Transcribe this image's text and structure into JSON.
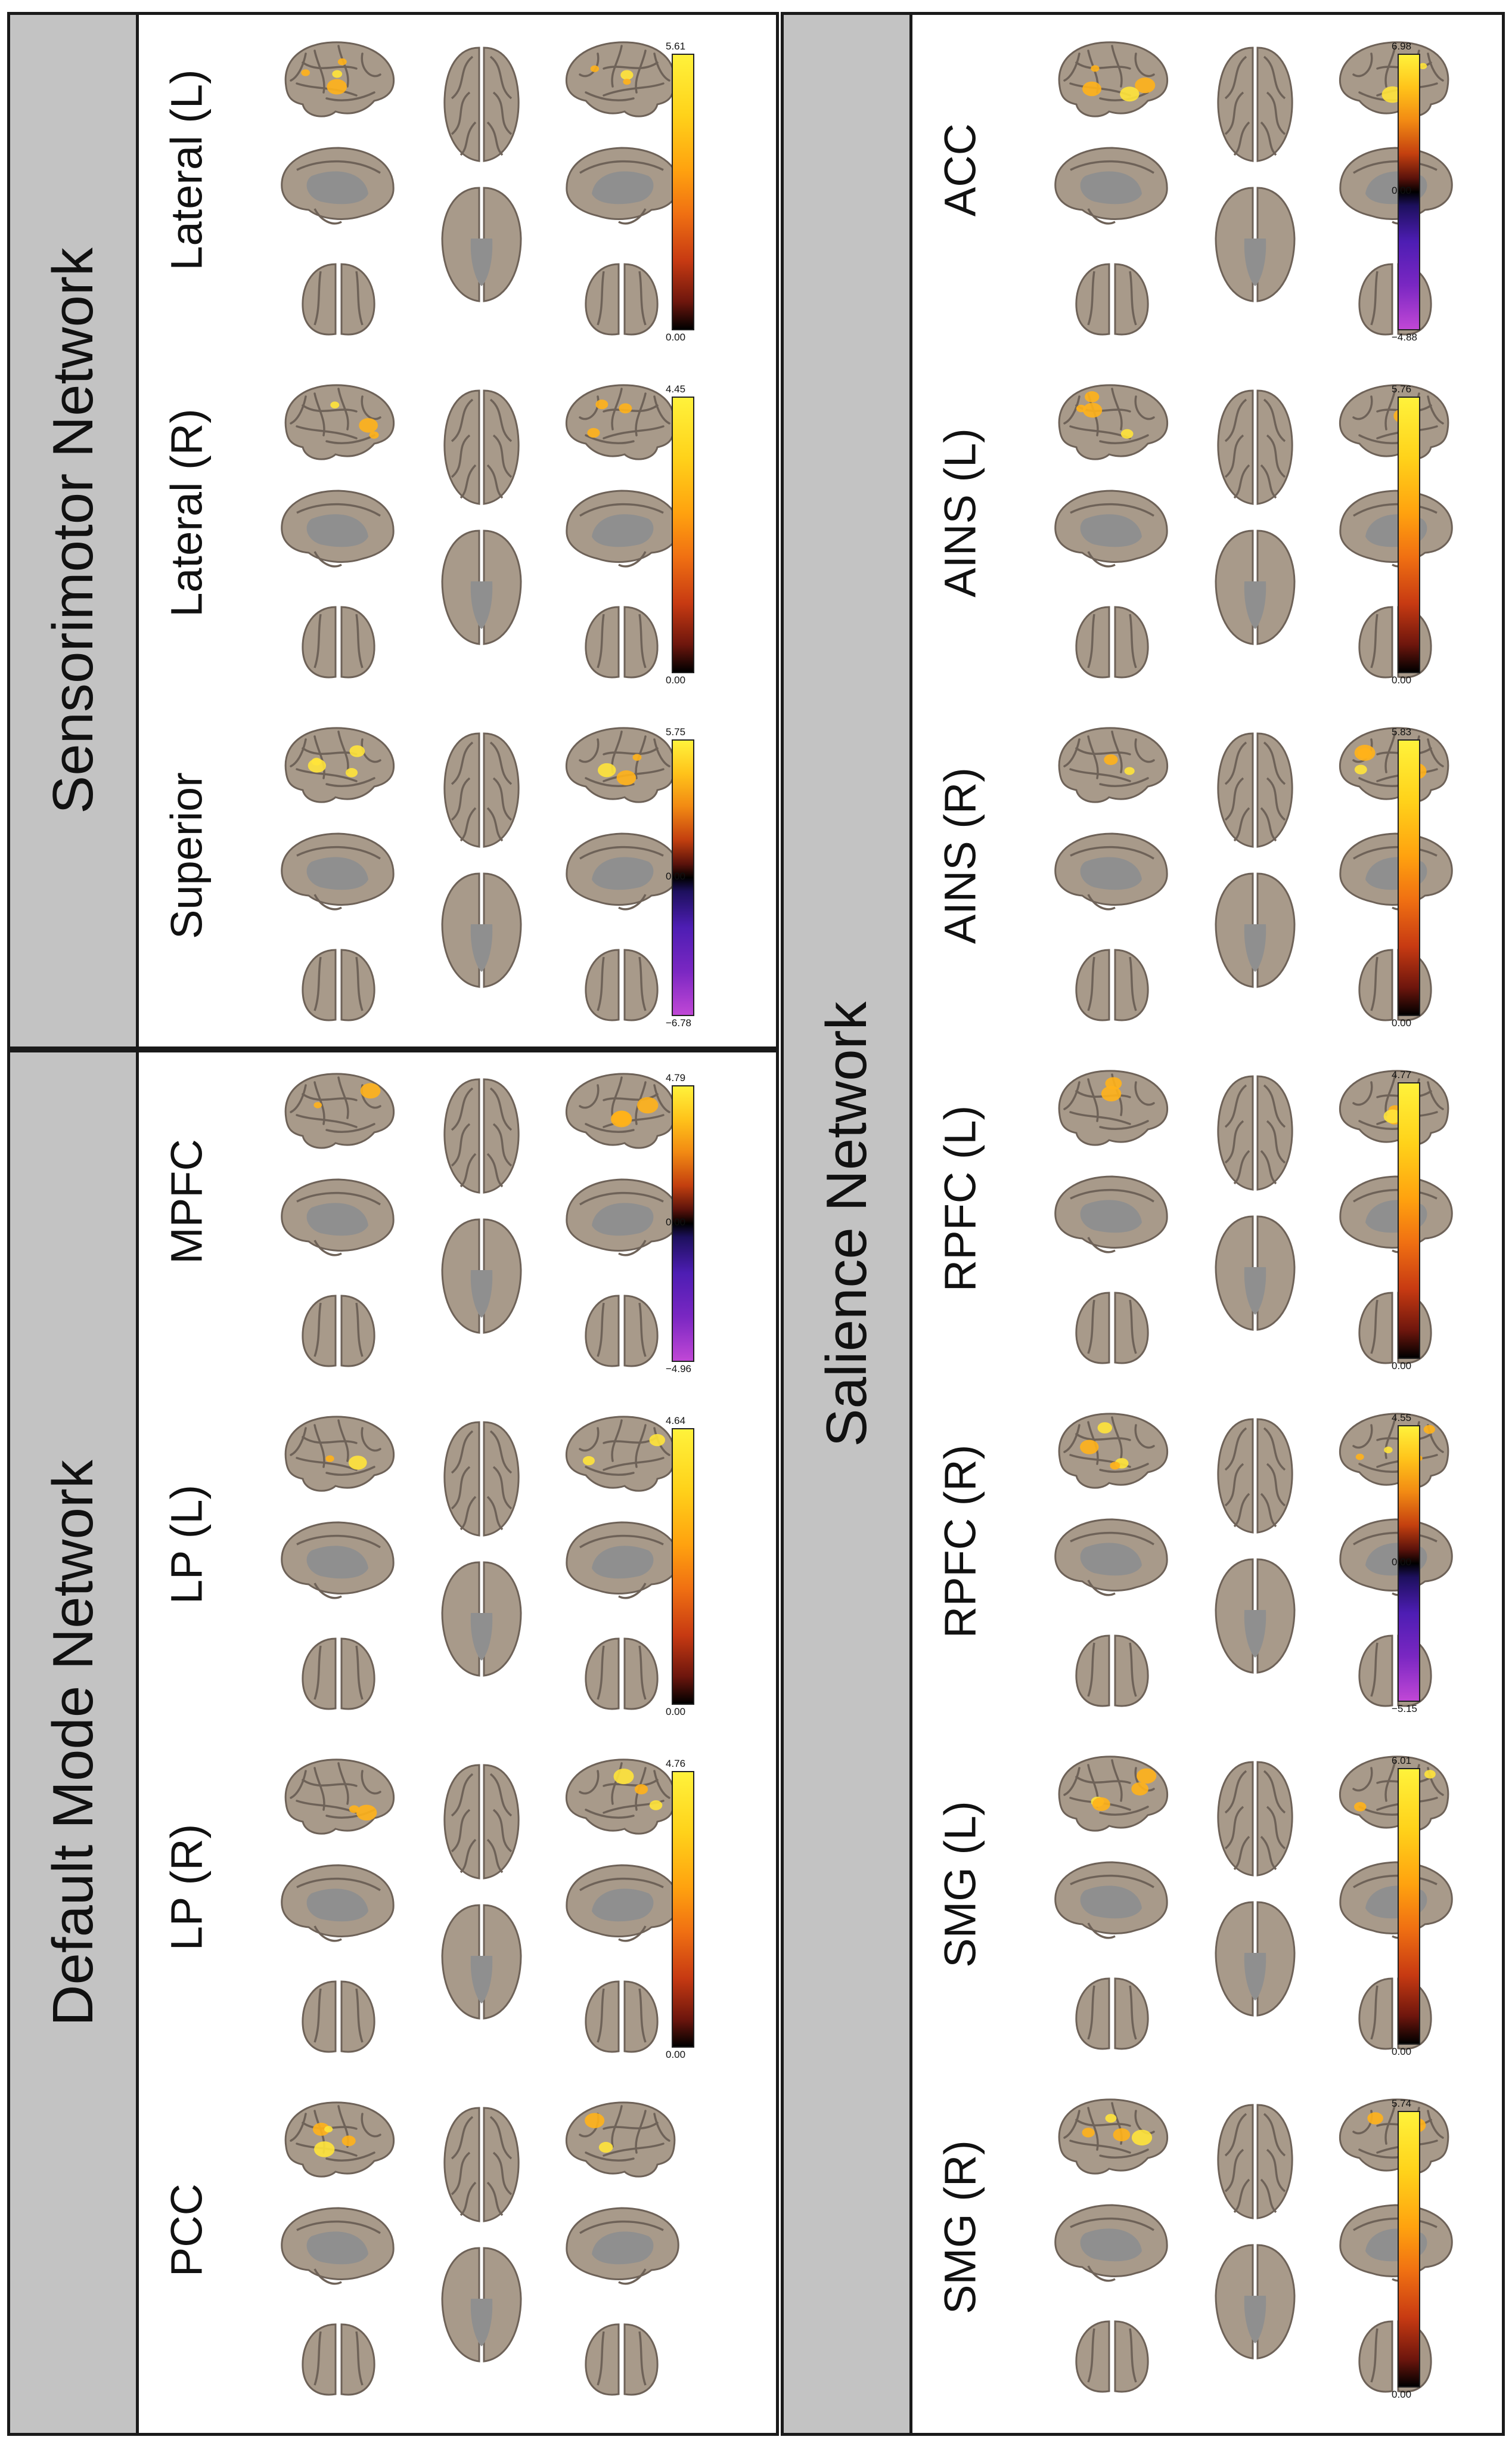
{
  "panels": [
    {
      "title": "Sensorimotor Network",
      "seeds": [
        {
          "label": "Lateral (L)",
          "scale": {
            "type": "positive",
            "ticks": [
              "5.61",
              "0.00"
            ]
          }
        },
        {
          "label": "Lateral (R)",
          "scale": {
            "type": "positive",
            "ticks": [
              "4.45",
              "0.00"
            ]
          }
        },
        {
          "label": "Superior",
          "scale": {
            "type": "diverging",
            "ticks": [
              "5.75",
              "0.00",
              "−6.78"
            ]
          }
        }
      ]
    },
    {
      "title": "Default Mode Network",
      "seeds": [
        {
          "label": "MPFC",
          "scale": {
            "type": "diverging",
            "ticks": [
              "4.79",
              "0.00",
              "−4.96"
            ]
          }
        },
        {
          "label": "LP (L)",
          "scale": {
            "type": "positive",
            "ticks": [
              "4.64",
              "0.00"
            ]
          }
        },
        {
          "label": "LP (R)",
          "scale": {
            "type": "positive",
            "ticks": [
              "4.76",
              "0.00"
            ]
          }
        },
        {
          "label": "PCC",
          "scale": null
        }
      ]
    },
    {
      "title": "Salience Network",
      "seeds": [
        {
          "label": "ACC",
          "scale": {
            "type": "diverging",
            "ticks": [
              "6.98",
              "0.00",
              "−4.88"
            ]
          }
        },
        {
          "label": "AINS (L)",
          "scale": {
            "type": "positive",
            "ticks": [
              "5.76",
              "0.00"
            ]
          }
        },
        {
          "label": "AINS (R)",
          "scale": {
            "type": "positive",
            "ticks": [
              "5.83",
              "0.00"
            ]
          }
        },
        {
          "label": "RPFC (L)",
          "scale": {
            "type": "positive",
            "ticks": [
              "4.77",
              "0.00"
            ]
          }
        },
        {
          "label": "RPFC (R)",
          "scale": {
            "type": "diverging",
            "ticks": [
              "4.55",
              "0.00",
              "−5.15"
            ]
          }
        },
        {
          "label": "SMG (L)",
          "scale": {
            "type": "positive",
            "ticks": [
              "6.01",
              "0.00"
            ]
          }
        },
        {
          "label": "SMG (R)",
          "scale": {
            "type": "positive",
            "ticks": [
              "5.74",
              "0.00"
            ]
          }
        }
      ]
    }
  ],
  "colors": {
    "border": "#1a1a1a",
    "header_gray": "#c3c3c3",
    "cortex": "#a89a8a",
    "cortex_shadow": "#6e6258",
    "medial_gray": "#8f8f8f",
    "positive_high": "#fff23b",
    "positive_mid": "#ffa20f",
    "negative": "#7a27c2"
  }
}
